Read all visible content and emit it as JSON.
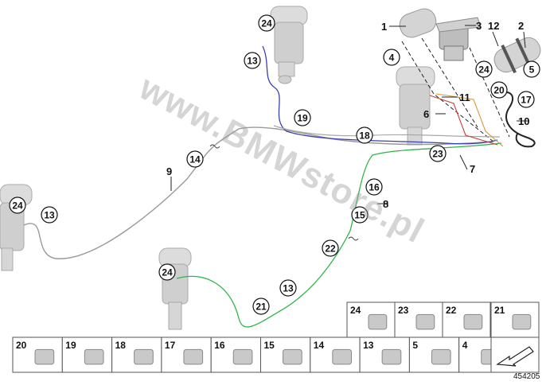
{
  "watermark": "www.BMWstore.pl",
  "document_id": "454205",
  "colors": {
    "pipe_grey": "#9a9a9a",
    "pipe_blue": "#3b3fb0",
    "pipe_green": "#2fb44a",
    "pipe_red": "#c8403a",
    "pipe_orange": "#d69a3a",
    "thumb_border": "#555555",
    "part_grey": "#c9c9c9"
  },
  "callouts": {
    "c24_top": "24",
    "c13_top": "13",
    "c19": "19",
    "c14": "14",
    "c18": "18",
    "c23": "23",
    "c16": "16",
    "c15": "15",
    "c22": "22",
    "c13_mid": "13",
    "c21": "21",
    "c24_left": "24",
    "c13_left": "13",
    "c24_bottom": "24",
    "c4": "4",
    "c24_right": "24",
    "c20": "20",
    "c17": "17",
    "c5": "5"
  },
  "labels": {
    "l1": "1",
    "l3": "3",
    "l12": "12",
    "l2": "2",
    "l11": "11",
    "l6": "6",
    "l10": "10",
    "l7": "7",
    "l9": "9",
    "l8": "8"
  },
  "thumbs_top": [
    "24",
    "23",
    "22",
    "21"
  ],
  "thumbs_bottom": [
    "20",
    "19",
    "18",
    "17",
    "16",
    "15",
    "14",
    "13",
    "5",
    "4"
  ]
}
